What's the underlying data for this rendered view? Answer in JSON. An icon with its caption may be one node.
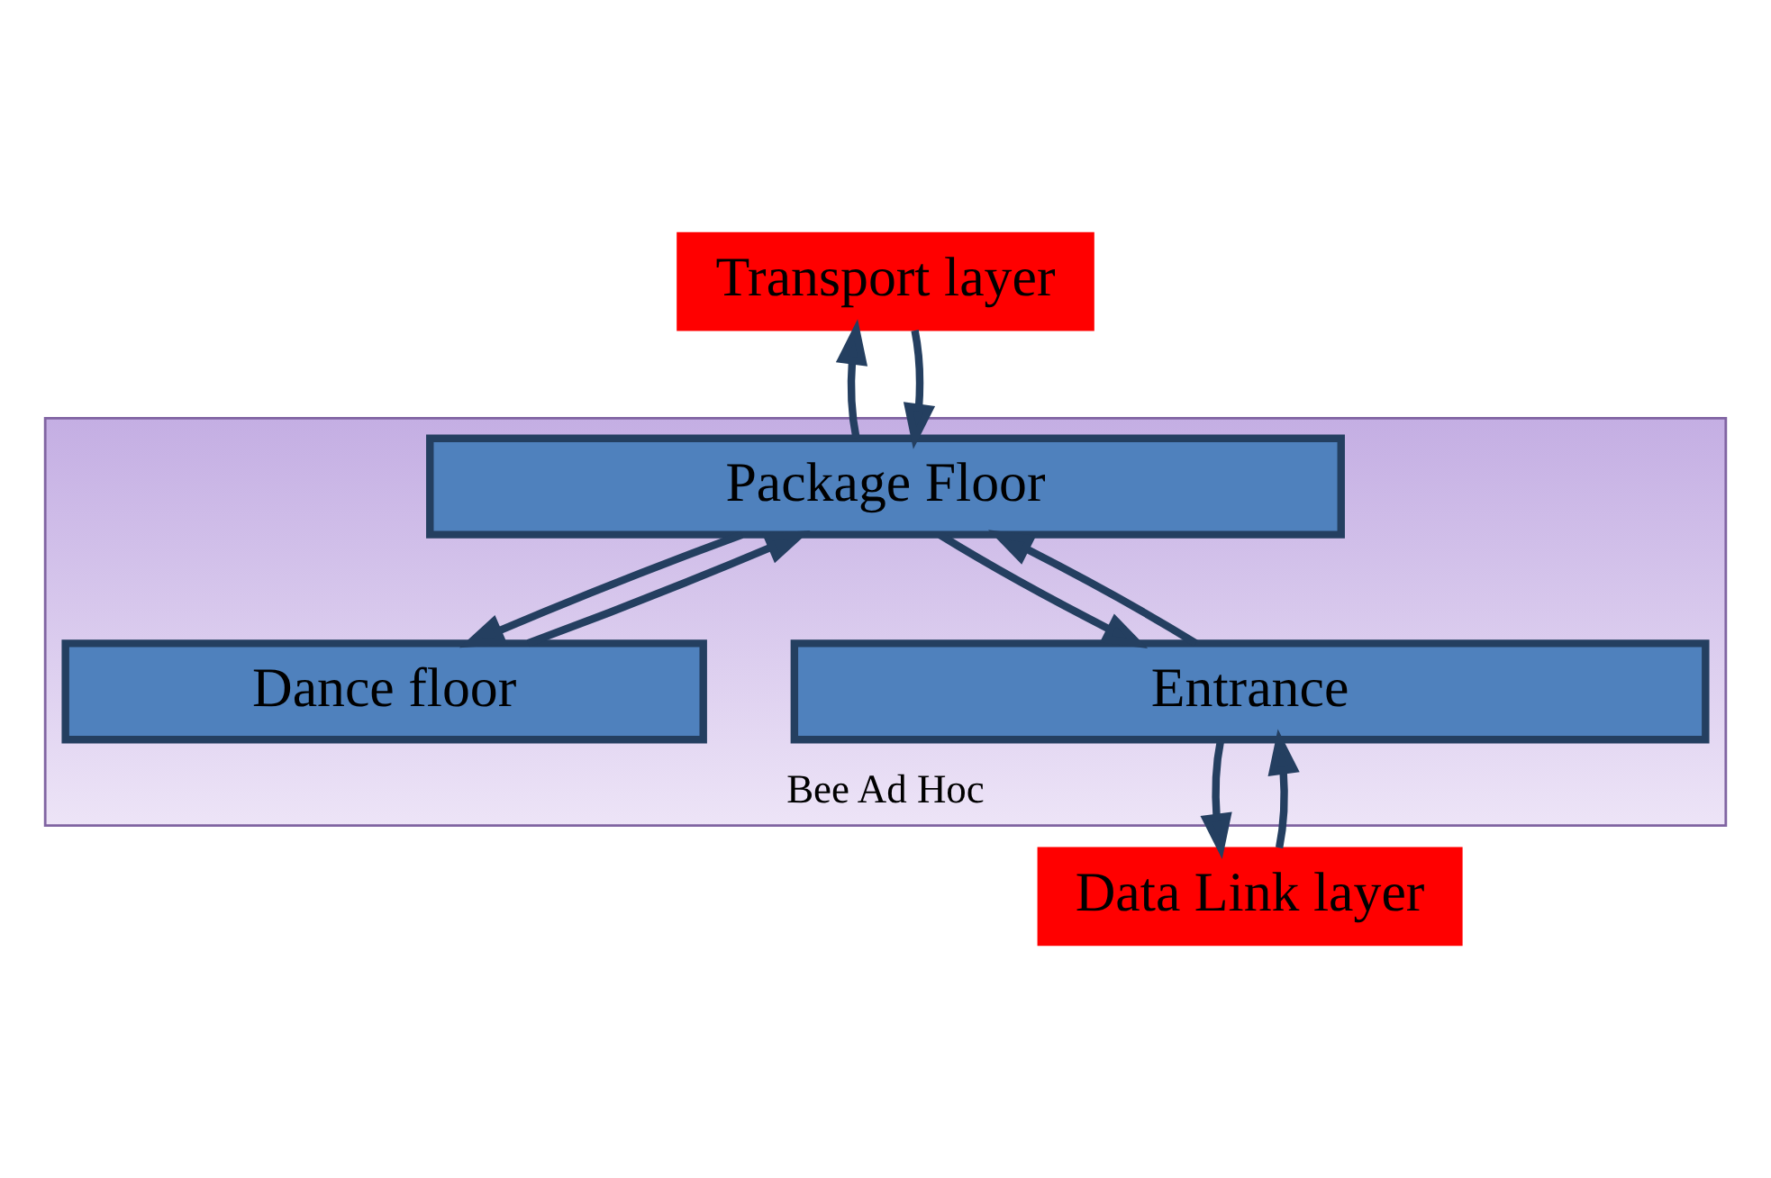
{
  "diagram": {
    "nodes": [
      {
        "text": [
          "Transport layer"
        ]
      },
      {
        "text": [
          "Bee Ad Hoc"
        ]
      },
      {
        "text": [
          "Package Floor"
        ],
        "in": 1
      },
      {
        "text": [
          "Dance floor"
        ],
        "in": 1
      },
      {
        "text": [
          "Entrance"
        ],
        "in": 1
      },
      {
        "text": [
          "Data Link layer"
        ]
      }
    ],
    "edges": [
      {
        "from": 2,
        "to": 0,
        "arrow": "to"
      },
      {
        "from": 0,
        "to": 2,
        "arrow": "to"
      },
      {
        "from": 2,
        "to": 3,
        "arrow": "to"
      },
      {
        "from": 3,
        "to": 2,
        "arrow": "to"
      },
      {
        "from": 4,
        "to": 2,
        "arrow": "to"
      },
      {
        "from": 2,
        "to": 4,
        "arrow": "to"
      },
      {
        "from": 5,
        "to": 4,
        "arrow": "to"
      },
      {
        "from": 4,
        "to": 5,
        "arrow": "to"
      }
    ]
  }
}
